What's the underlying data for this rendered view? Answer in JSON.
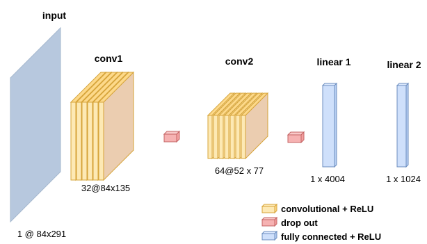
{
  "layers": {
    "input": {
      "title": "input",
      "dims": "1 @ 84x291"
    },
    "conv1": {
      "title": "conv1",
      "dims": "32@84x135"
    },
    "conv2": {
      "title": "conv2",
      "dims": "64@52 x 77"
    },
    "linear1": {
      "title": "linear 1",
      "dims": "1 x 4004"
    },
    "linear2": {
      "title": "linear 2",
      "dims": "1 x 1024"
    }
  },
  "legend": {
    "items": [
      {
        "label": "convolutional + ReLU",
        "color": "#fdd98a"
      },
      {
        "label": "drop out",
        "color": "#f6b2b2"
      },
      {
        "label": "fully connected + ReLU",
        "color": "#cfe0fb"
      }
    ]
  },
  "colors": {
    "input_face": "#b7c8de",
    "conv_front": "#ebcdb0",
    "conv_side": "#fde9b4",
    "conv_top": "#fdd98a",
    "conv_stroke": "#d6a43a",
    "dropout_fill": "#f6b2b2",
    "dropout_stroke": "#c46464",
    "fc_fill": "#cfe0fb",
    "fc_stroke": "#6c8ebf"
  }
}
